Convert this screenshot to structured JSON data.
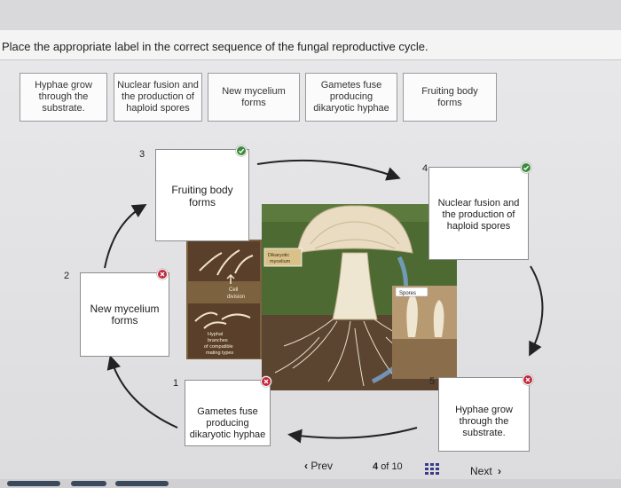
{
  "instruction": "Place the appropriate label in the correct sequence of the fungal reproductive cycle.",
  "label_bank": [
    "Hyphae grow\nthrough the\nsubstrate.",
    "Nuclear fusion and\nthe production of\nhaploid spores",
    "New mycelium\nforms",
    "Gametes fuse\nproducing\ndikaryotic hyphae",
    "Fruiting body\nforms"
  ],
  "slots": [
    {
      "number": "3",
      "label": "Fruiting body\nforms",
      "status": "correct"
    },
    {
      "number": "4",
      "label": "Nuclear fusion and\nthe production of\nhaploid spores",
      "status": "correct"
    },
    {
      "number": "2",
      "label": "New mycelium\nforms",
      "status": "incorrect"
    },
    {
      "number": "1",
      "label": "Gametes fuse\nproducing\ndikaryotic hyphae",
      "status": "incorrect"
    },
    {
      "number": "5",
      "label": "Hyphae grow\nthrough the\nsubstrate.",
      "status": "incorrect"
    }
  ],
  "figure": {
    "cell_division": "Cell\ndivision",
    "hyphal_branches": "Hyphal\nbranches\nof compatible\nmating types",
    "dikaryotic_mycelium": "Dikaryotic\nmycelium",
    "spores": "Spores"
  },
  "nav": {
    "prev_label": "Prev",
    "next_label": "Next",
    "page_current": "4",
    "page_of": "of",
    "page_total": "10"
  },
  "colors": {
    "correct": "#3a8a3a",
    "incorrect": "#c0283a",
    "arrow": "#222222"
  }
}
